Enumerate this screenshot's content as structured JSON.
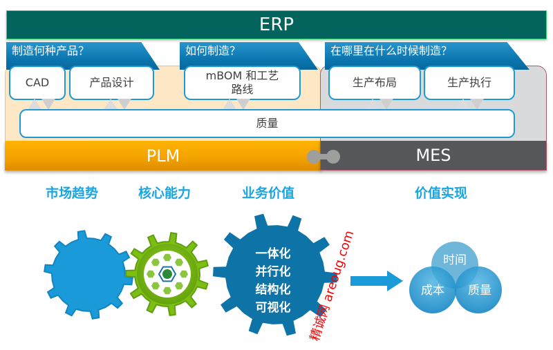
{
  "erp": {
    "label": "ERP"
  },
  "questions": [
    {
      "label": "制造何种产品？"
    },
    {
      "label": "如何制造？"
    },
    {
      "label": "在哪里在什么时候制造？"
    }
  ],
  "plm": {
    "label": "PLM",
    "nodes": [
      {
        "label": "CAD"
      },
      {
        "label": "产品设计"
      },
      {
        "label": "mBOM 和工艺路线"
      }
    ]
  },
  "mes": {
    "label": "MES",
    "nodes": [
      {
        "label": "生产布局"
      },
      {
        "label": "生产执行"
      }
    ]
  },
  "quality_bar": {
    "label": "质量"
  },
  "section_titles": {
    "market": "市场趋势",
    "core": "核心能力",
    "business": "业务价值",
    "value": "价值实现"
  },
  "business_gear": {
    "items": [
      "一体化",
      "并行化",
      "结构化",
      "可视化"
    ]
  },
  "value_bubbles": {
    "time": "时间",
    "cost": "成本",
    "quality": "质量"
  },
  "watermark": "精诚网 areoug.com",
  "colors": {
    "erp": "#02645c",
    "tab_blue": "#0b76b0",
    "plm_orange": "#f3a100",
    "mes_gray": "#55575b",
    "accent_blue": "#1ba4e2",
    "gear_blue": "#0e74a8",
    "gear_light_blue": "#1a9ad8",
    "gear_green": "#7cbf12"
  }
}
